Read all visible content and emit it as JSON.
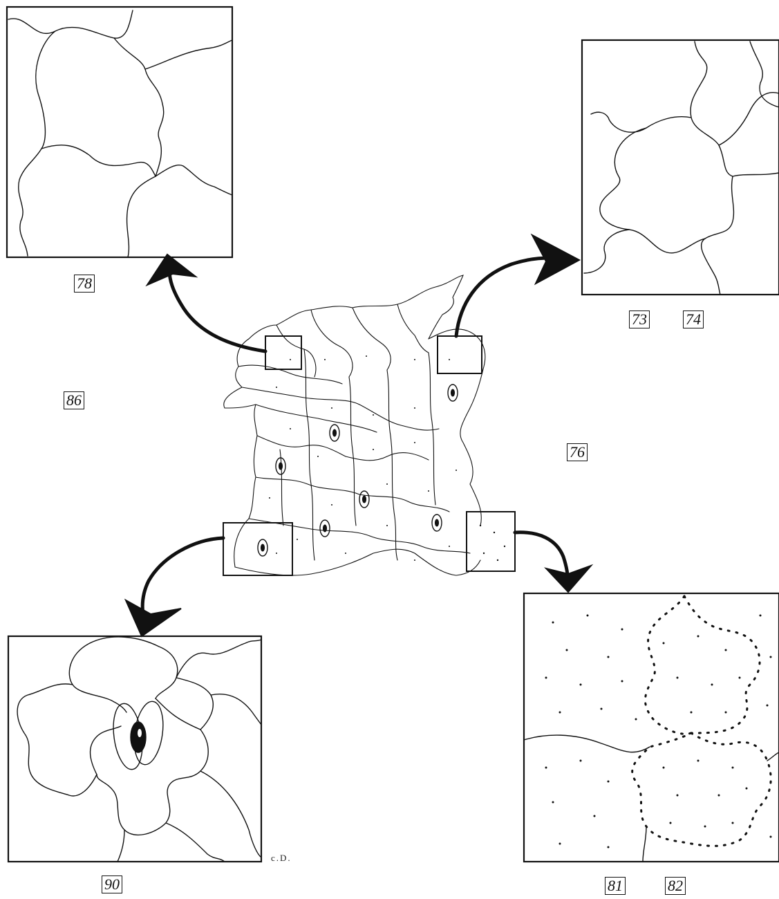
{
  "labels": {
    "top_left": "78",
    "top_right_a": "73",
    "top_right_b": "74",
    "left": "86",
    "right": "76",
    "bottom_left": "90",
    "bottom_right_a": "81",
    "bottom_right_b": "82"
  },
  "signature": "c.D."
}
